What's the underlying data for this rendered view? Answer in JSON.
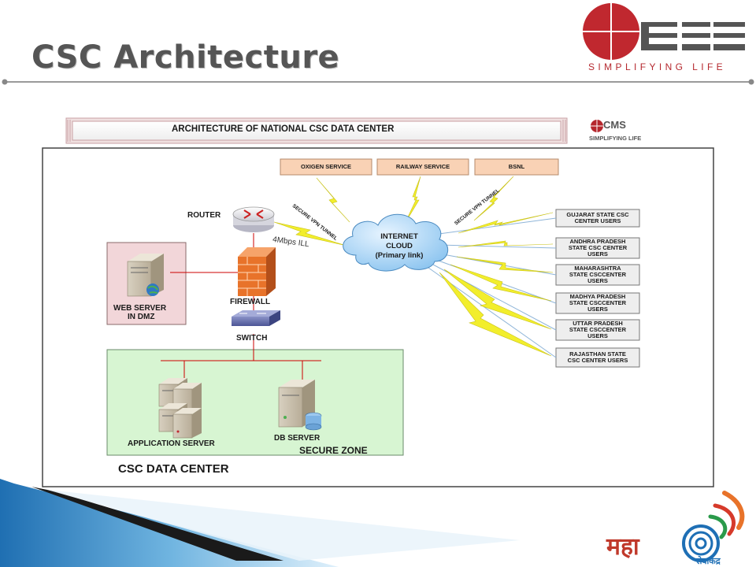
{
  "slide": {
    "title": "CSC Architecture"
  },
  "logo": {
    "brand": "CMS",
    "tagline": "SIMPLIFYING LIFE",
    "brand_color": "#b5282e"
  },
  "diagram": {
    "banner": "ARCHITECTURE OF NATIONAL CSC DATA CENTER",
    "inner_logo_brand": "CMS",
    "inner_logo_tagline": "SIMPLIFYING LIFE",
    "services": [
      "OXIGEN SERVICE",
      "RAILWAY SERVICE",
      "BSNL"
    ],
    "vpn_labels": [
      "SECURE VPN TUNNEL",
      "SECURE VPN TUNNEL"
    ],
    "router": "ROUTER",
    "ill_label": "4Mbps ILL",
    "cloud": [
      "INTERNET",
      "CLOUD",
      "(Primary link)"
    ],
    "firewall": "FIREWALL",
    "switch": "SWITCH",
    "web_server": [
      "WEB SERVER",
      "IN DMZ"
    ],
    "application_server": "APPLICATION SERVER",
    "db_server": "DB SERVER",
    "secure_zone": "SECURE ZONE",
    "data_center": "CSC DATA CENTER",
    "state_users": [
      [
        "GUJARAT STATE CSC",
        "CENTER  USERS"
      ],
      [
        "ANDHRA PRADESH",
        "STATE CSC CENTER",
        "USERS"
      ],
      [
        "MAHARASHTRA",
        "STATE CSCCENTER",
        "USERS"
      ],
      [
        "MADHYA PRADESH",
        "STATE CSCCENTER",
        "USERS"
      ],
      [
        "UTTAR PRADESH",
        "STATE CSCCENTER",
        "USERS"
      ],
      [
        "RAJASTHAN STATE",
        "CSC CENTER  USERS"
      ]
    ],
    "colors": {
      "dmz_fill": "#f2d6d9",
      "secure_zone_fill": "#d7f5d2",
      "service_fill": "#f9d2b5",
      "state_fill": "#eeeeee",
      "cloud_fill": "#a9d4f5",
      "firewall_fill": "#e8732a",
      "link_red": "#cc0000",
      "lightning_yellow": "#f2ee2c"
    }
  },
  "footer": {
    "maha_text": "महा",
    "seva_text": "सेवाकेंद्र"
  }
}
